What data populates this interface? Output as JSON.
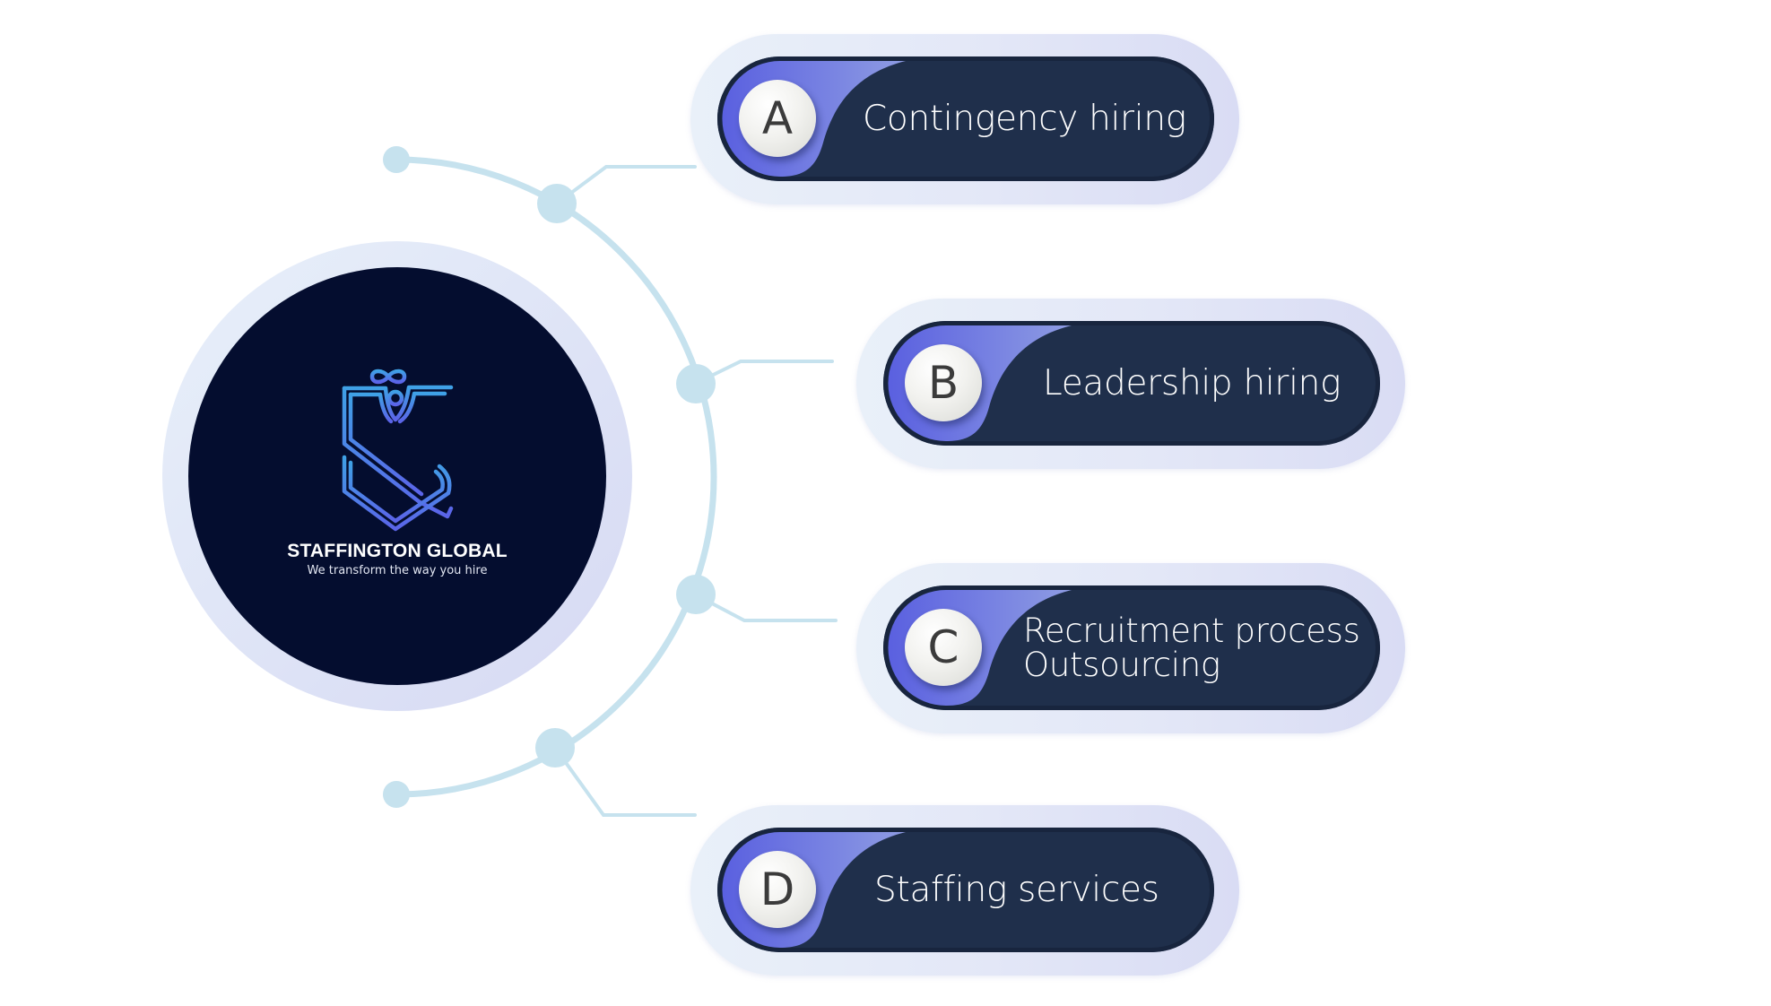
{
  "center": {
    "brand_name": "STAFFINGTON GLOBAL",
    "tagline": "We transform the way you hire",
    "logo_icon": "staffington-shield-logo"
  },
  "items": [
    {
      "letter": "A",
      "lines": [
        "Contingency hiring"
      ]
    },
    {
      "letter": "B",
      "lines": [
        "Leadership hiring"
      ]
    },
    {
      "letter": "C",
      "lines": [
        "Recruitment process",
        "Outsourcing"
      ]
    },
    {
      "letter": "D",
      "lines": [
        "Staffing services"
      ]
    }
  ],
  "colors": {
    "circle_fill": "#040d2f",
    "connector": "#c6e2ee",
    "pill_fill": "#1f2f4b",
    "accent_start": "#5a60e0",
    "accent_end": "#8e9ce3",
    "logo_top": "#3fa1e6",
    "logo_bottom": "#5b64e8"
  }
}
